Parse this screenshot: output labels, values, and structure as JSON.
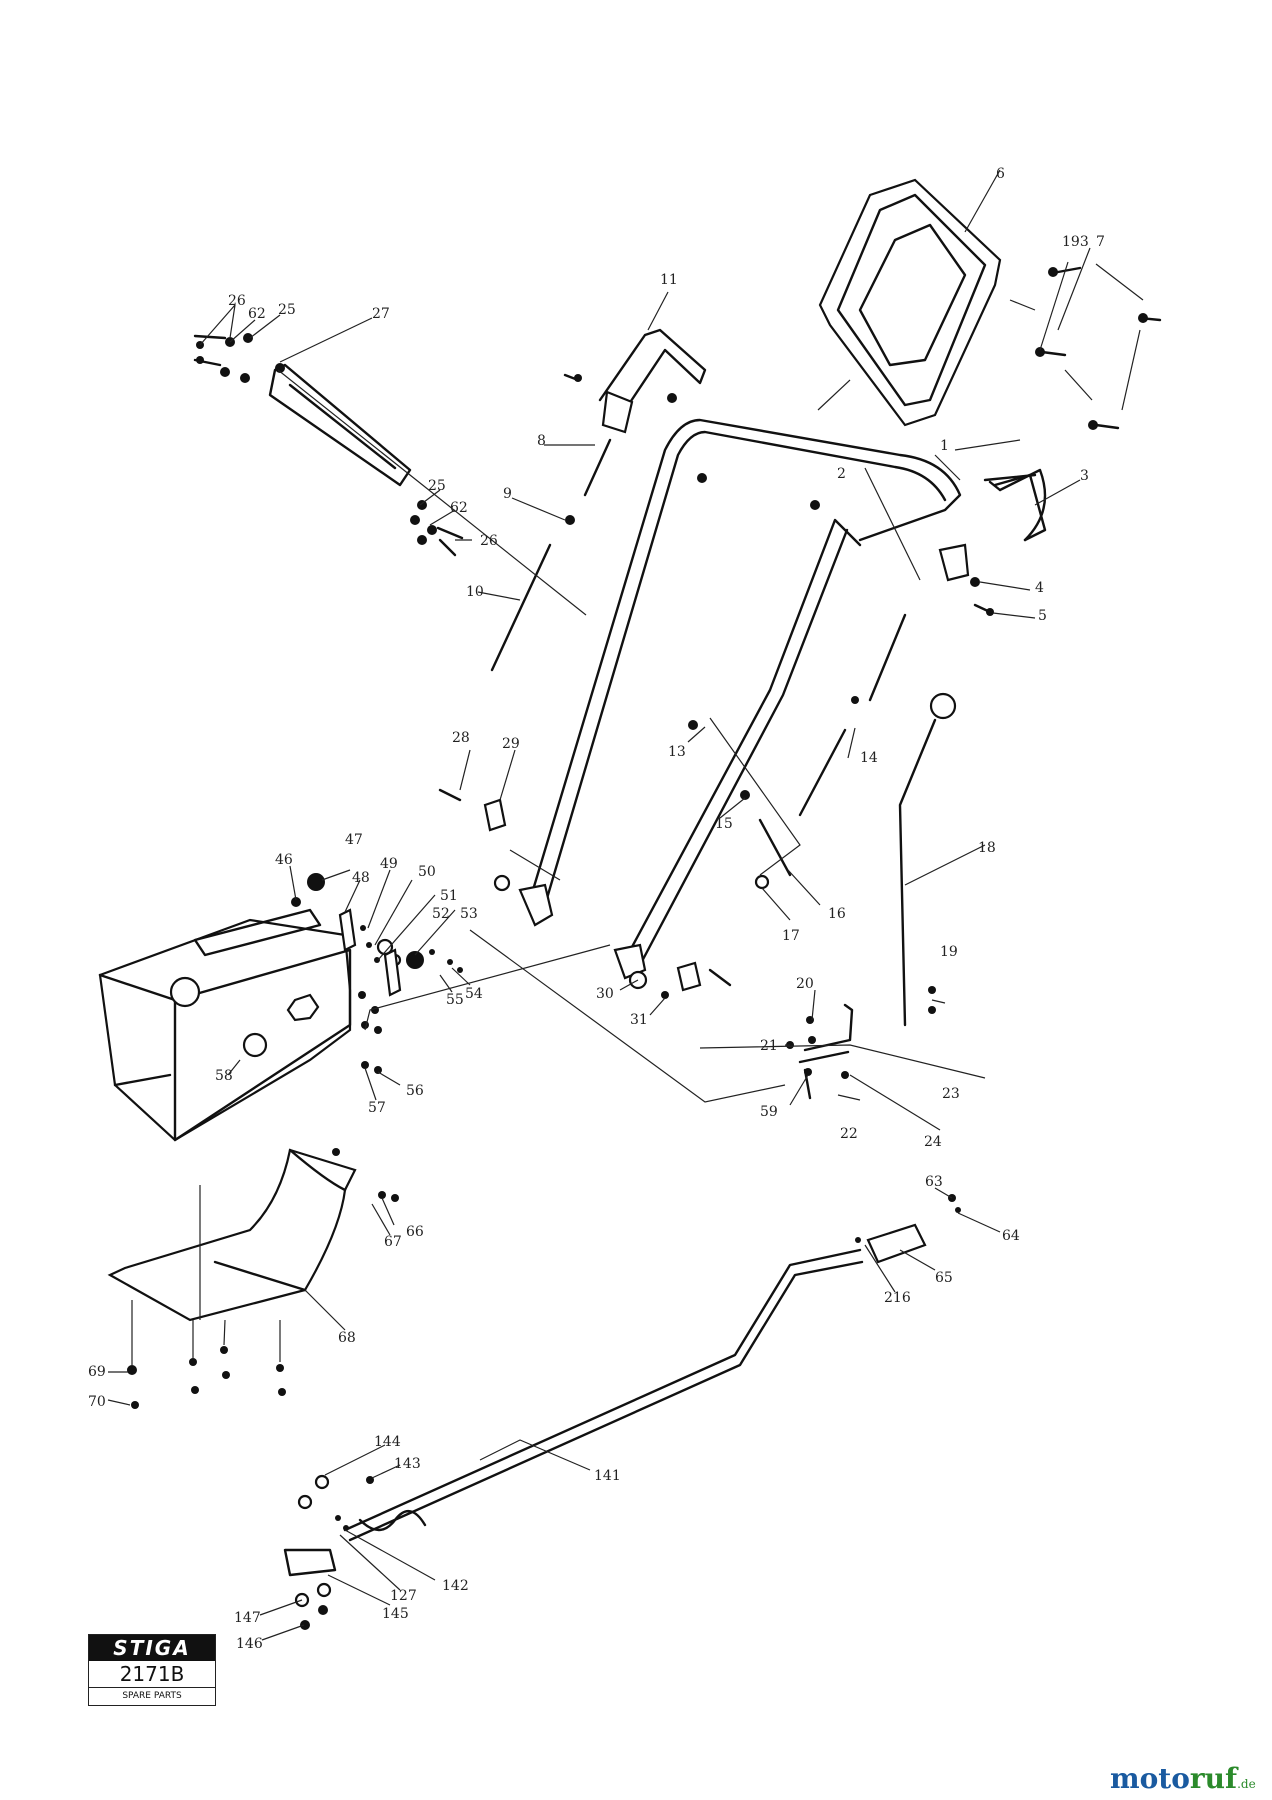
{
  "labels": {
    "l1": "1",
    "l2": "2",
    "l3": "3",
    "l4": "4",
    "l5": "5",
    "l6": "6",
    "l193": "193",
    "l7": "7",
    "l8": "8",
    "l9": "9",
    "l10": "10",
    "l11": "11",
    "l13": "13",
    "l14": "14",
    "l15": "15",
    "l16": "16",
    "l17": "17",
    "l18": "18",
    "l19": "19",
    "l20": "20",
    "l21": "21",
    "l22": "22",
    "l23": "23",
    "l24": "24",
    "l25a": "25",
    "l25b": "25",
    "l26a": "26",
    "l26b": "26",
    "l27": "27",
    "l62a": "62",
    "l62b": "62",
    "l28": "28",
    "l29": "29",
    "l30": "30",
    "l31": "31",
    "l46": "46",
    "l47": "47",
    "l48": "48",
    "l49": "49",
    "l50": "50",
    "l51": "51",
    "l52": "52",
    "l53": "53",
    "l54": "54",
    "l55": "55",
    "l56": "56",
    "l57": "57",
    "l58": "58",
    "l59": "59",
    "l63": "63",
    "l64": "64",
    "l65": "65",
    "l216": "216",
    "l66": "66",
    "l67": "67",
    "l68": "68",
    "l69": "69",
    "l70": "70",
    "l141": "141",
    "l142": "142",
    "l143": "143",
    "l144": "144",
    "l127": "127",
    "l145": "145",
    "l146": "146",
    "l147": "147"
  },
  "logo": {
    "brand": "STIGA",
    "code": "2171B",
    "caption": "SPARE PARTS"
  },
  "watermark": {
    "part_a": "moto",
    "part_b": "ruf",
    "part_c": ".de"
  }
}
